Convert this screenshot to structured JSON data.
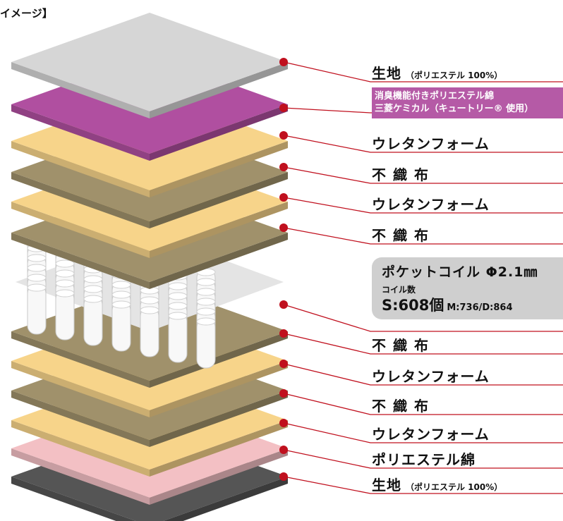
{
  "caption": "イメージ】",
  "layers": [
    {
      "main": "生地",
      "sub": "（ポリエステル 100%）",
      "color": "#d6d6d6",
      "spaced": false
    },
    {
      "band": [
        "消臭機能付きポリエステル綿",
        "三菱ケミカル（キュートリー® 使用）"
      ],
      "color": "#b04fa0"
    },
    {
      "main": "ウレタンフォーム",
      "color": "#f7d48a"
    },
    {
      "main": "不織布",
      "color": "#a0916b",
      "spaced": true
    },
    {
      "main": "ウレタンフォーム",
      "color": "#f7d48a"
    },
    {
      "main": "不織布",
      "color": "#a0916b",
      "spaced": true
    },
    {
      "coil": true,
      "color": "#ececec"
    },
    {
      "main": "不織布",
      "color": "#a0916b",
      "spaced": true
    },
    {
      "main": "ウレタンフォーム",
      "color": "#f7d48a"
    },
    {
      "main": "不織布",
      "color": "#a0916b",
      "spaced": true
    },
    {
      "main": "ウレタンフォーム",
      "color": "#f7d48a"
    },
    {
      "main": "ポリエステル綿",
      "color": "#f3c0c4"
    },
    {
      "main": "生地",
      "sub": "（ポリエステル 100%）",
      "color": "#555555",
      "spaced": false
    }
  ],
  "coil": {
    "title": "ポケットコイル Φ2.1㎜",
    "count_label": "コイル数",
    "count_main": "S:608個",
    "count_rest": "M:736/D:864"
  },
  "accent": "#c0101e"
}
